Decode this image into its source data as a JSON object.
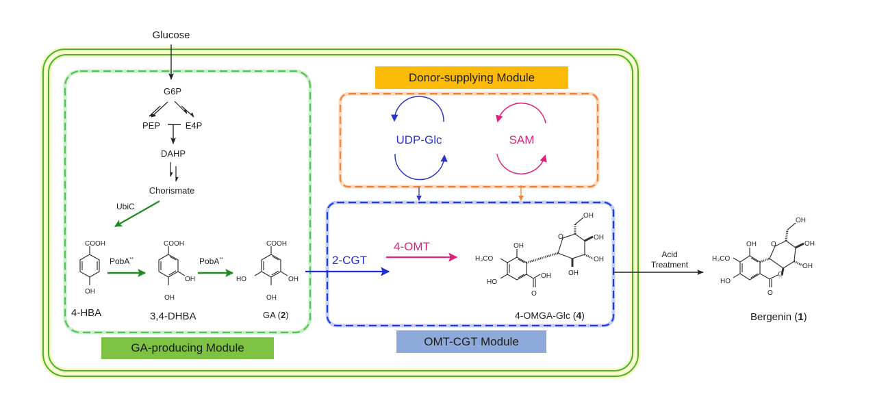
{
  "colors": {
    "frame_green": "#4caf3a",
    "frame_glow": "#f4f9b8",
    "ga_module_border": "#55c255",
    "ga_module_label_bg": "#7dc242",
    "donor_module_border": "#f0833a",
    "donor_module_label_bg": "#fbbb06",
    "omt_module_border": "#1a3be0",
    "omt_module_label_bg": "#8eaadb",
    "enzyme_green": "#1e8a1e",
    "udp_blue": "#2a35c8",
    "sam_pink": "#e0207a",
    "arrow_black": "#222222"
  },
  "pathway": {
    "glucose": "Glucose",
    "g6p": "G6P",
    "pep": "PEP",
    "e4p": "E4P",
    "dahp": "DAHP",
    "chorismate": "Chorismate",
    "ubic": "UbiC",
    "poba1": "PobA",
    "poba2": "PobA",
    "poba_sup": "**"
  },
  "compounds": {
    "hba": {
      "name": "4-HBA",
      "cooh": "COOH",
      "oh": "OH"
    },
    "dhba": {
      "name": "3,4-DHBA",
      "cooh": "COOH",
      "oh1": "OH",
      "oh2": "OH"
    },
    "ga": {
      "name_prefix": "GA (",
      "number": "2",
      "name_suffix": ")",
      "cooh": "COOH",
      "ho": "HO",
      "oh1": "OH",
      "oh2": "OH"
    },
    "omga": {
      "name_prefix": "4-OMGA-Glc (",
      "number": "4",
      "name_suffix": ")",
      "oh_top": "OH",
      "h3co": "H₃CO",
      "ho": "HO",
      "oh_acid": "OH",
      "o_carbonyl": "O",
      "o_ring": "O",
      "ch2oh": "OH",
      "oh_a": "OH",
      "oh_b": "OH",
      "oh_c": "OH"
    },
    "bergenin": {
      "name_prefix": "Bergenin (",
      "number": "1",
      "name_suffix": ")",
      "oh_top": "OH",
      "h3co": "H₃CO",
      "ho": "HO",
      "o_carbonyl": "O",
      "o_lactone": "O",
      "o_ring": "O",
      "ch2oh": "OH",
      "oh_a": "OH",
      "oh_b": "OH"
    }
  },
  "modules": {
    "ga_producing": "GA-producing Module",
    "donor_supplying": "Donor-supplying Module",
    "omt_cgt": "OMT-CGT Module"
  },
  "donors": {
    "udp_glc": "UDP-Glc",
    "sam": "SAM"
  },
  "enzymes": {
    "cgt": "2-CGT",
    "omt": "4-OMT"
  },
  "acid_step": {
    "line1": "Acid",
    "line2": "Treatment"
  }
}
